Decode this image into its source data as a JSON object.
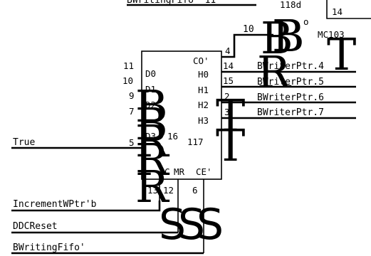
{
  "chip": {
    "name": "117",
    "inputs": [
      {
        "pin": "10",
        "label": "D0"
      },
      {
        "pin": "9",
        "label": "D1"
      },
      {
        "pin": "7",
        "label": "D2"
      },
      {
        "pin": "5",
        "label": "D3"
      }
    ],
    "outputs": [
      {
        "pin": "14",
        "label": "H0",
        "signal": "BWriterPtr.4"
      },
      {
        "pin": "15",
        "label": "H1",
        "signal": "BWriterPtr.5"
      },
      {
        "pin": "2",
        "label": "H2",
        "signal": "BWriterPtr.6"
      },
      {
        "pin": "3",
        "label": "H3",
        "signal": "BWriterPtr.7"
      }
    ],
    "carry_out": {
      "label": "CO'",
      "pin": "4"
    },
    "top_left_pin": "11",
    "pin16": "16",
    "bottom_pins": [
      {
        "pin": "13",
        "label": "C"
      },
      {
        "pin": "12",
        "label": "MR"
      },
      {
        "pin": "6",
        "label": "CE'"
      }
    ]
  },
  "nets": {
    "true_label": "True",
    "increment_label": "IncrementWPtr'b",
    "ddc_label": "DDCReset",
    "bwriting_label": "BWritingFifo'",
    "top_net_label": "BWritingFifo' 11",
    "top_chip_label": "118d",
    "top_right_label": "14",
    "net10_label": "10",
    "mc_label": "MC103",
    "o_label": "o"
  },
  "overlay_glyphs": {
    "top_letters": [
      "R",
      "B"
    ],
    "side_letter": "T",
    "right_letters": [
      "T",
      "T"
    ],
    "left_letters": [
      "B",
      "R",
      "R",
      "R"
    ],
    "bottom_letters": [
      "S",
      "S",
      "S"
    ]
  }
}
